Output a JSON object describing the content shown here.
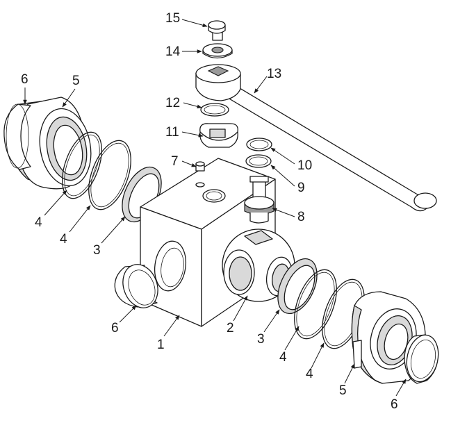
{
  "labels": [
    {
      "id": "l15",
      "text": "15"
    },
    {
      "id": "l14",
      "text": "14"
    },
    {
      "id": "l13",
      "text": "13"
    },
    {
      "id": "l12",
      "text": "12"
    },
    {
      "id": "l11",
      "text": "11"
    },
    {
      "id": "l10",
      "text": "10"
    },
    {
      "id": "l9",
      "text": "9"
    },
    {
      "id": "l8",
      "text": "8"
    },
    {
      "id": "l7",
      "text": "7"
    },
    {
      "id": "l6a",
      "text": "6"
    },
    {
      "id": "l5a",
      "text": "5"
    },
    {
      "id": "l4a",
      "text": "4"
    },
    {
      "id": "l4b",
      "text": "4"
    },
    {
      "id": "l3a",
      "text": "3"
    },
    {
      "id": "l6b",
      "text": "6"
    },
    {
      "id": "l1",
      "text": "1"
    },
    {
      "id": "l2",
      "text": "2"
    },
    {
      "id": "l3b",
      "text": "3"
    },
    {
      "id": "l4c",
      "text": "4"
    },
    {
      "id": "l4d",
      "text": "4"
    },
    {
      "id": "l5b",
      "text": "5"
    },
    {
      "id": "l6c",
      "text": "6"
    }
  ]
}
